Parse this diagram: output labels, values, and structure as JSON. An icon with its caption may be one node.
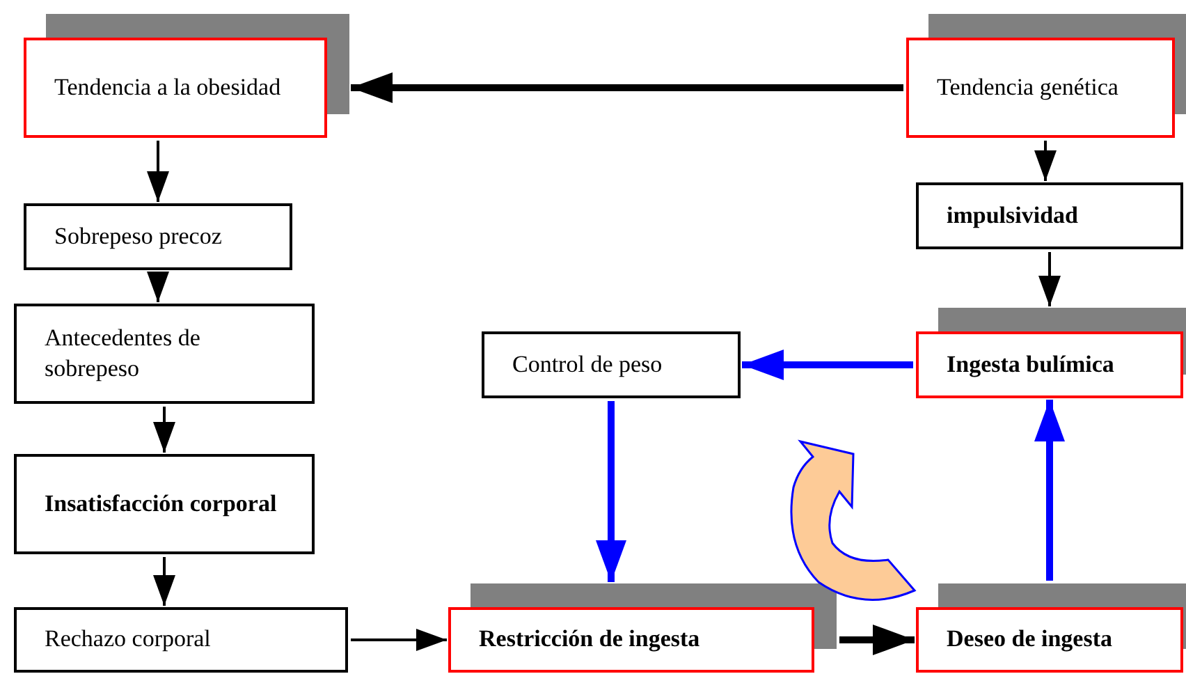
{
  "diagram": {
    "nodes": [
      {
        "text": [
          "Tendencia a la obesidad"
        ]
      },
      {
        "text": [
          "Tendencia genética"
        ]
      },
      {
        "text": [
          "Sobrepeso precoz"
        ]
      },
      {
        "text": [
          "impulsividad"
        ]
      },
      {
        "text": [
          "Antecedentes de sobrepeso"
        ]
      },
      {
        "text": [
          "Control de peso"
        ]
      },
      {
        "text": [
          "Ingesta bulímica"
        ]
      },
      {
        "text": [
          "Insatisfacción corporal"
        ]
      },
      {
        "text": [
          "Rechazo corporal"
        ]
      },
      {
        "text": [
          "Restricción de ingesta"
        ]
      },
      {
        "text": [
          "Deseo de ingesta"
        ]
      }
    ],
    "edges": [
      {
        "from": 1,
        "to": 0,
        "arrow": "to",
        "style": "thick"
      },
      {
        "from": 0,
        "to": 2,
        "arrow": "to"
      },
      {
        "from": 2,
        "to": 4,
        "arrow": "to"
      },
      {
        "from": 4,
        "to": 7,
        "arrow": "to"
      },
      {
        "from": 7,
        "to": 8,
        "arrow": "to"
      },
      {
        "from": 8,
        "to": 9,
        "arrow": "to"
      },
      {
        "from": 1,
        "to": 3,
        "arrow": "to"
      },
      {
        "from": 3,
        "to": 6,
        "arrow": "to"
      },
      {
        "from": 6,
        "to": 5,
        "arrow": "to",
        "style": "thick",
        "color": "#0000ff"
      },
      {
        "from": 5,
        "to": 9,
        "arrow": "to",
        "style": "thick",
        "color": "#0000ff"
      },
      {
        "from": 9,
        "to": 10,
        "arrow": "to",
        "style": "thick"
      },
      {
        "from": 10,
        "to": 6,
        "arrow": "to",
        "style": "thick",
        "color": "#0000ff"
      }
    ]
  }
}
